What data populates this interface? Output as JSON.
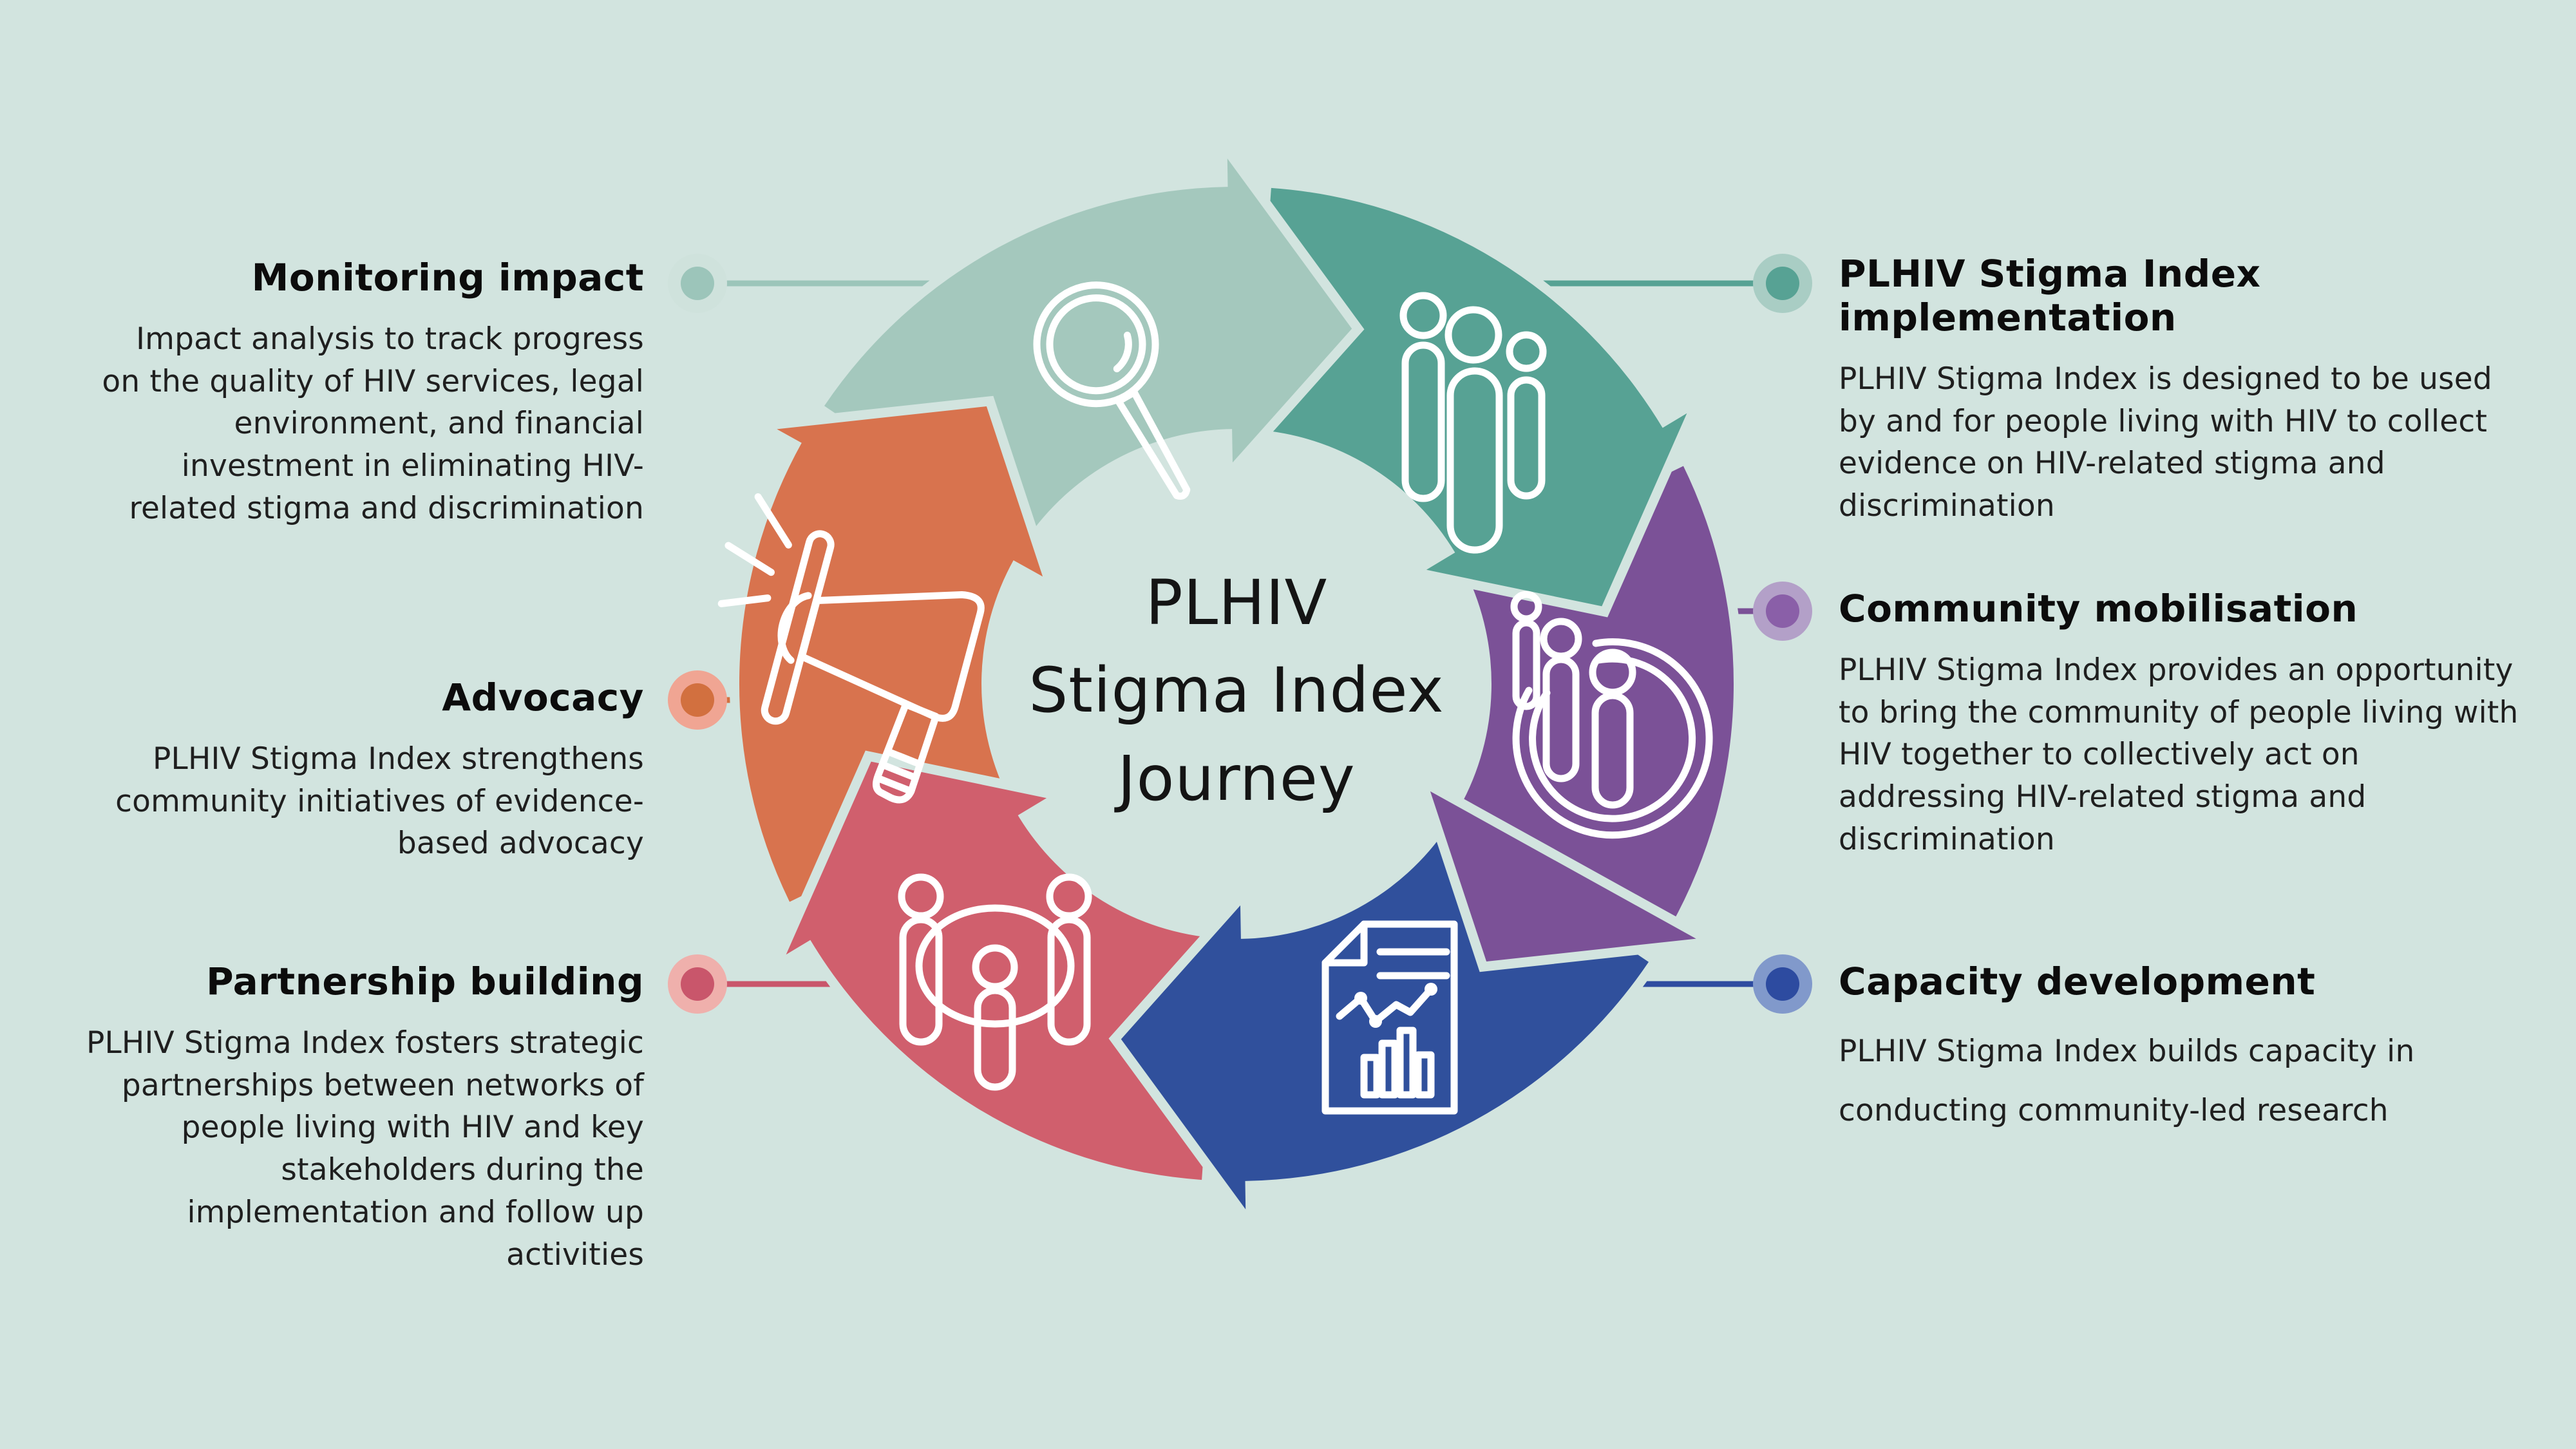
{
  "page": {
    "background": "#d2e4df",
    "ink": "#1f1f1f"
  },
  "title": {
    "text": "PLHIV\nStigma Index\nJourney"
  },
  "items": [
    {
      "id": "monitoring-impact",
      "side": "left",
      "heading": "Monitoring impact",
      "body": "Impact analysis to track progress on the quality of HIV services, legal environment, and financial investment in eliminating HIV-related stigma and discrimination",
      "icon": "magnifier-icon",
      "end_angle": 359,
      "colors": {
        "segment": "#a4c8bd",
        "line": "#9cc5ba",
        "dot_outer": "#cfe2dc",
        "dot_inner": "#9cc5ba"
      }
    },
    {
      "id": "plhiv-stigma-index-implementation",
      "side": "right",
      "heading": "PLHIV Stigma Index\nimplementation",
      "body": "PLHIV Stigma Index is designed to be used by and for people living with HIV to collect evidence on HIV-related stigma and discrimination",
      "icon": "people-group-icon",
      "end_angle": 59,
      "colors": {
        "segment": "#57a294",
        "line": "#57a294",
        "dot_outer": "#a9cdc4",
        "dot_inner": "#57a294"
      }
    },
    {
      "id": "community-mobilisation",
      "side": "right",
      "heading": "Community mobilisation",
      "body": "PLHIV Stigma Index provides an opportunity to bring the community of people living with HIV together to collectively act on addressing HIV-related stigma and discrimination",
      "icon": "stigma-index-logo-icon",
      "end_angle": 119,
      "colors": {
        "segment": "#7b5197",
        "line": "#7b5197",
        "dot_outer": "#b3a0c8",
        "dot_inner": "#8a5fa8"
      }
    },
    {
      "id": "capacity-development",
      "side": "right",
      "heading": "Capacity development",
      "body": "PLHIV Stigma Index builds capacity in conducting community-led research",
      "icon": "report-chart-icon",
      "end_angle": 179,
      "colors": {
        "segment": "#30509c",
        "line": "#2d4ba0",
        "dot_outer": "#8199cb",
        "dot_inner": "#2d4ba0"
      }
    },
    {
      "id": "partnership-building",
      "side": "left",
      "heading": "Partnership building",
      "body": "PLHIV Stigma Index fosters strategic partnerships between networks of people living with HIV and key stakeholders during the implementation and follow up activities",
      "icon": "round-table-icon",
      "end_angle": 239,
      "colors": {
        "segment": "#d05f6d",
        "line": "#c9566b",
        "dot_outer": "#efb0ac",
        "dot_inner": "#c9566b"
      }
    },
    {
      "id": "advocacy",
      "side": "left",
      "heading": "Advocacy",
      "body": "PLHIV Stigma Index strengthens community initiatives of evidence-based advocacy",
      "icon": "megaphone-icon",
      "end_angle": 299,
      "colors": {
        "segment": "#d8734e",
        "line": "#d2703f",
        "dot_outer": "#f0a593",
        "dot_inner": "#d2703f"
      }
    }
  ]
}
